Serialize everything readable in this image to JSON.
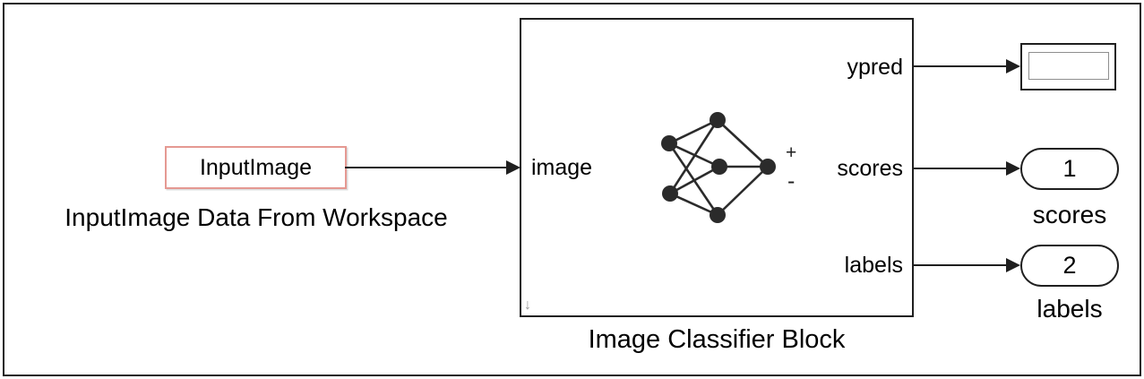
{
  "source": {
    "label": "InputImage",
    "caption": "InputImage Data From Workspace"
  },
  "classifier": {
    "caption": "Image Classifier Block",
    "input_port": "image",
    "output_ports": [
      {
        "label": "ypred"
      },
      {
        "label": "scores"
      },
      {
        "label": "labels"
      }
    ],
    "plus": "+",
    "minus": "-"
  },
  "sinks": {
    "display": {
      "value": ""
    },
    "scores_outport": {
      "value": "1",
      "caption": "scores"
    },
    "labels_outport": {
      "value": "2",
      "caption": "labels"
    }
  },
  "icons": {
    "resize_arrow": "↓",
    "neural_network": "neural-network-icon"
  },
  "colors": {
    "highlight_border": "#e59992",
    "line": "#1f1f1f",
    "node_fill": "#2b2b2b",
    "background": "#ffffff"
  }
}
